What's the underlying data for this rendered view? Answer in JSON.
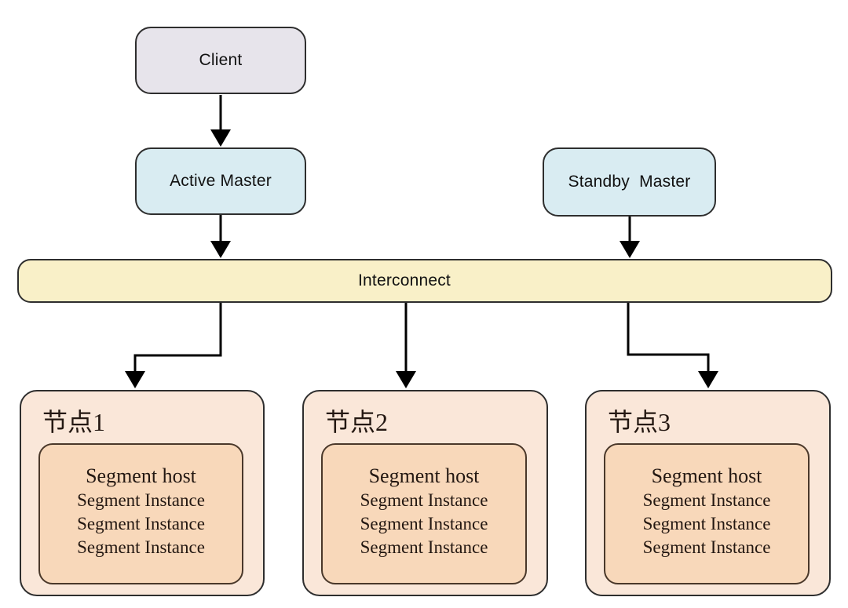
{
  "diagram": {
    "client": {
      "label": "Client"
    },
    "active_master": {
      "label": "Active Master"
    },
    "standby_master": {
      "label": "Standby  Master"
    },
    "interconnect": {
      "label": "Interconnect"
    },
    "nodes": [
      {
        "title": "节点1",
        "host": "Segment host",
        "instances": [
          "Segment Instance",
          "Segment Instance",
          "Segment Instance"
        ]
      },
      {
        "title": "节点2",
        "host": "Segment host",
        "instances": [
          "Segment Instance",
          "Segment Instance",
          "Segment Instance"
        ]
      },
      {
        "title": "节点3",
        "host": "Segment host",
        "instances": [
          "Segment Instance",
          "Segment Instance",
          "Segment Instance"
        ]
      }
    ],
    "colors": {
      "client_fill": "#e7e4eb",
      "master_fill": "#d9ecf2",
      "interconnect_fill": "#f9f0c8",
      "node_fill": "#fae7d9",
      "segment_fill": "#f8d8ba",
      "border_dark": "#2e2e2e",
      "segment_border": "#4a382a",
      "arrow": "#000000",
      "text_dark": "#111111",
      "serif_text": "#241812"
    }
  }
}
